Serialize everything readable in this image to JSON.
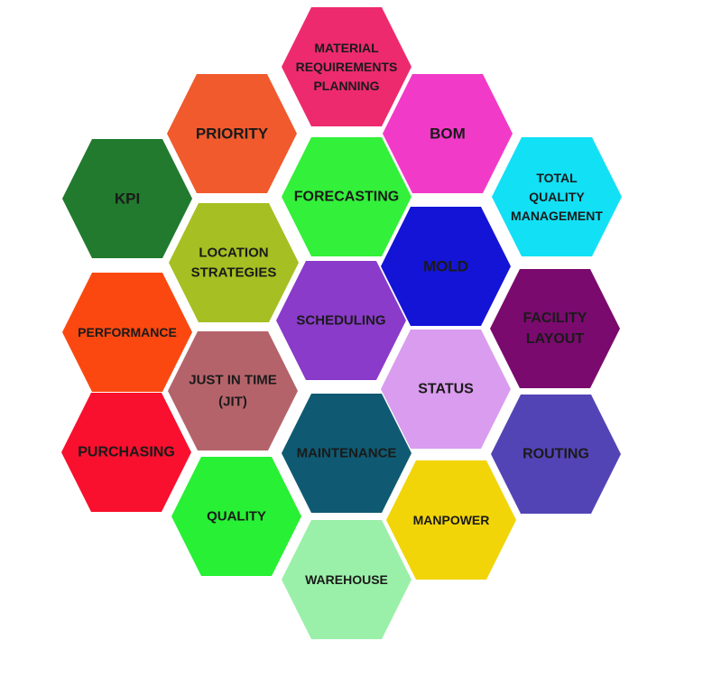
{
  "hexagons": [
    {
      "id": "material-requirements-planning",
      "lines": [
        "MATERIAL",
        "REQUIREMENTS",
        "PLANNING"
      ],
      "color": "#ED2A6E",
      "text_color": "#1a1a1a"
    },
    {
      "id": "priority",
      "lines": [
        "PRIORITY"
      ],
      "color": "#F05A2D",
      "text_color": "#1a1a1a"
    },
    {
      "id": "bom",
      "lines": [
        "BOM"
      ],
      "color": "#F23AC8",
      "text_color": "#1a1a1a"
    },
    {
      "id": "kpi",
      "lines": [
        "KPI"
      ],
      "color": "#217A2E",
      "text_color": "#1a1a1a"
    },
    {
      "id": "forecasting",
      "lines": [
        "FORECASTING"
      ],
      "color": "#33F03A",
      "text_color": "#1a1a1a"
    },
    {
      "id": "total-quality-management",
      "lines": [
        "TOTAL",
        "QUALITY",
        "MANAGEMENT"
      ],
      "color": "#12E0F5",
      "text_color": "#1a1a1a"
    },
    {
      "id": "location-strategies",
      "lines": [
        "LOCATION",
        "STRATEGIES"
      ],
      "color": "#A6BF22",
      "text_color": "#1a1a1a"
    },
    {
      "id": "mold",
      "lines": [
        "MOLD"
      ],
      "color": "#1414D6",
      "text_color": "#1a1a1a"
    },
    {
      "id": "performance",
      "lines": [
        "PERFORMANCE"
      ],
      "color": "#FB4810",
      "text_color": "#1a1a1a"
    },
    {
      "id": "scheduling",
      "lines": [
        "SCHEDULING"
      ],
      "color": "#8A3BC9",
      "text_color": "#1a1a1a"
    },
    {
      "id": "facility-layout",
      "lines": [
        "FACILITY",
        "LAYOUT"
      ],
      "color": "#7A0A6E",
      "text_color": "#1a1a1a"
    },
    {
      "id": "just-in-time",
      "lines": [
        "JUST IN TIME",
        "(JIT)"
      ],
      "color": "#B5636A",
      "text_color": "#1a1a1a"
    },
    {
      "id": "status",
      "lines": [
        "STATUS"
      ],
      "color": "#DA9CEE",
      "text_color": "#1a1a1a"
    },
    {
      "id": "purchasing",
      "lines": [
        "PURCHASING"
      ],
      "color": "#F8102E",
      "text_color": "#1a1a1a"
    },
    {
      "id": "maintenance",
      "lines": [
        "MAINTENANCE"
      ],
      "color": "#0F5A72",
      "text_color": "#1a1a1a"
    },
    {
      "id": "routing",
      "lines": [
        "ROUTING"
      ],
      "color": "#5344B6",
      "text_color": "#1a1a1a"
    },
    {
      "id": "quality",
      "lines": [
        "QUALITY"
      ],
      "color": "#27F035",
      "text_color": "#1a1a1a"
    },
    {
      "id": "manpower",
      "lines": [
        "MANPOWER"
      ],
      "color": "#F2D509",
      "text_color": "#1a1a1a"
    },
    {
      "id": "warehouse",
      "lines": [
        "WAREHOUSE"
      ],
      "color": "#9BF0A9",
      "text_color": "#1a1a1a"
    }
  ]
}
